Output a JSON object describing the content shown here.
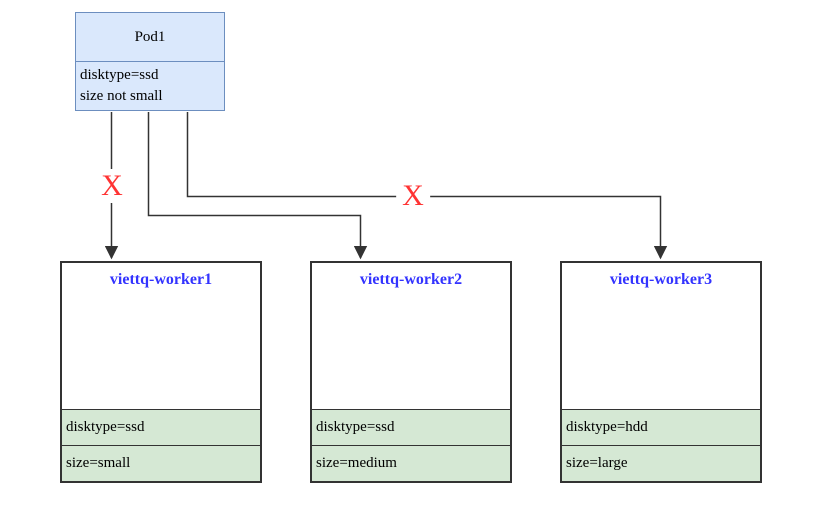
{
  "pod": {
    "title": "Pod1",
    "attributes": [
      "disktype=ssd",
      "size not small"
    ]
  },
  "workers": [
    {
      "title": "viettq-worker1",
      "rows": [
        "disktype=ssd",
        "size=small"
      ]
    },
    {
      "title": "viettq-worker2",
      "rows": [
        "disktype=ssd",
        "size=medium"
      ]
    },
    {
      "title": "viettq-worker3",
      "rows": [
        "disktype=hdd",
        "size=large"
      ]
    }
  ],
  "marks": [
    {
      "label": "X"
    },
    {
      "label": "X"
    }
  ],
  "colors": {
    "canvas_bg": "#ffffff",
    "pod_fill": "#dae8fc",
    "pod_border": "#6c8ebf",
    "row_fill": "#d5e8d4",
    "node_border": "#333333",
    "line": "#333333",
    "worker_title": "#3333ff",
    "x_color": "#ff3333"
  }
}
